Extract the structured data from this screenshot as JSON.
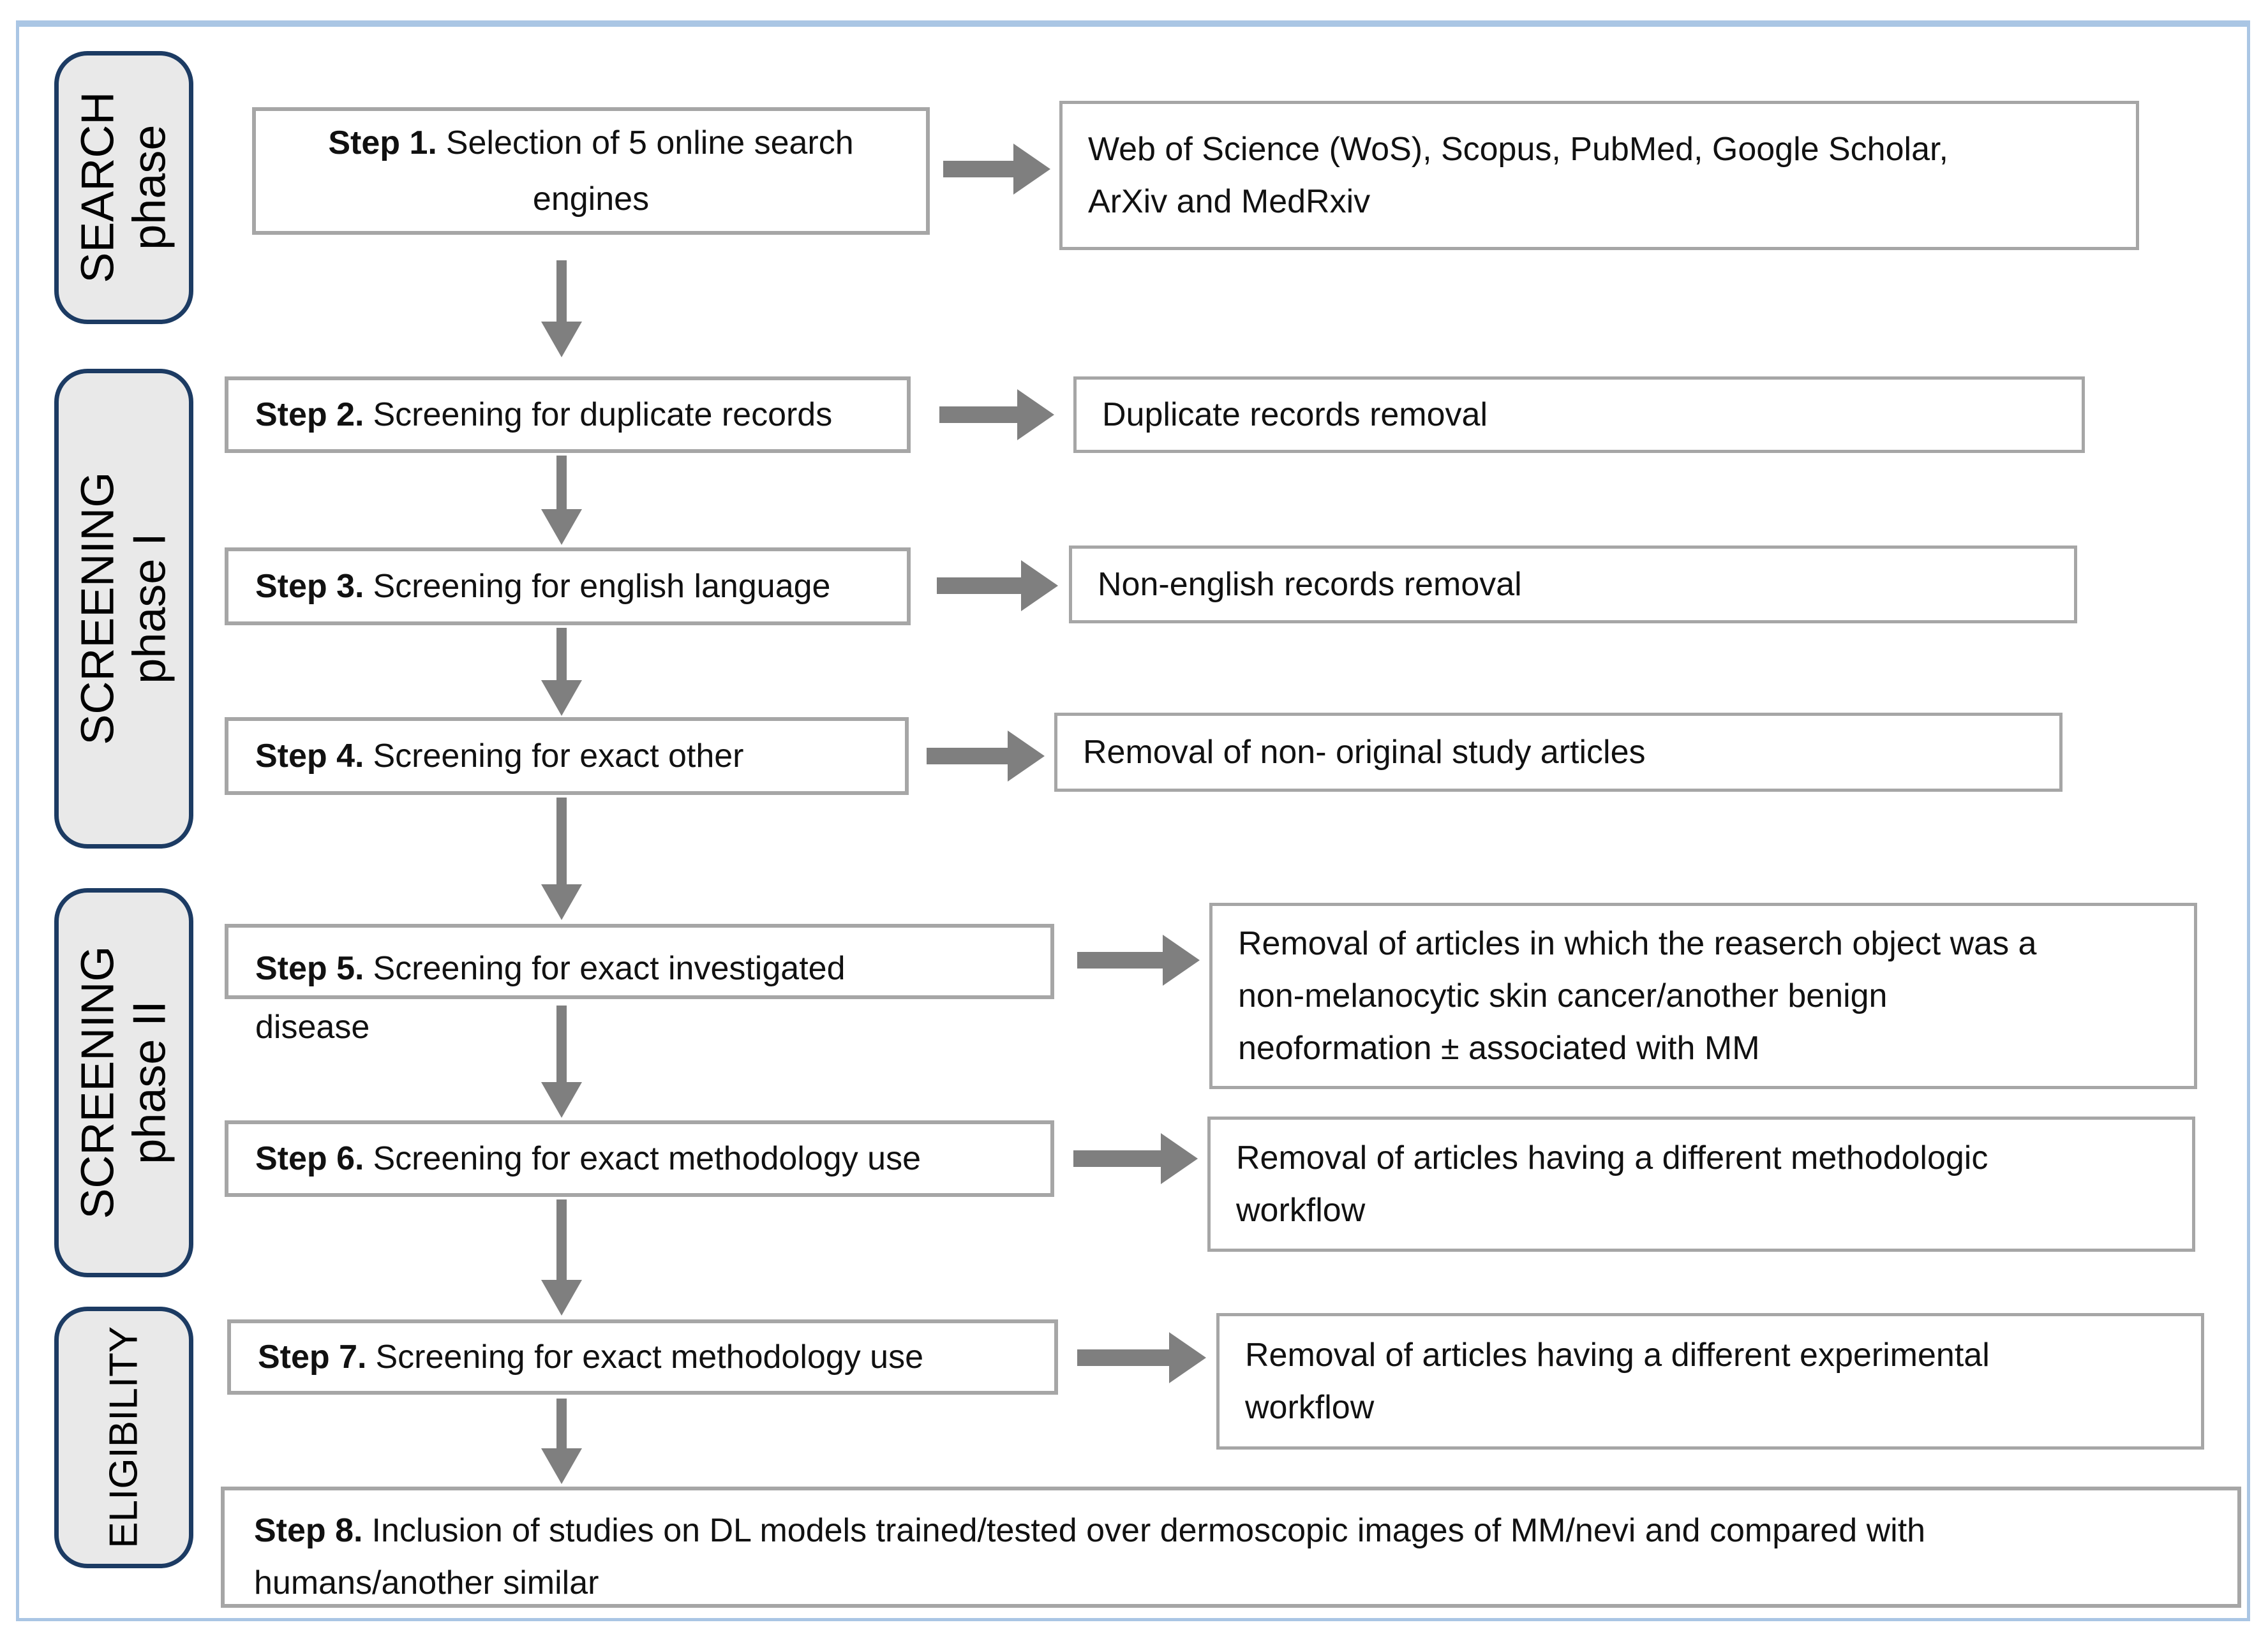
{
  "colors": {
    "frame": "#aac6e4",
    "navy": "#1c3b63",
    "label-fill": "#e9e9e9",
    "box-border": "#a6a6a6",
    "arrow": "#7f7f7f",
    "text": "#111111"
  },
  "phases": [
    {
      "line1": "SEARCH",
      "line2": "phase"
    },
    {
      "line1": "SCREENING",
      "line2": "phase I"
    },
    {
      "line1": "SCREENING",
      "line2": "phase II"
    },
    {
      "line1": "ELIGIBILITY",
      "line2": ""
    }
  ],
  "steps": [
    {
      "label": "Step 1.",
      "text_line1": "Selection of 5 online search",
      "text_line2": "engines"
    },
    {
      "label": "Step 2.",
      "text": "Screening for duplicate records"
    },
    {
      "label": "Step 3.",
      "text": "Screening for english language"
    },
    {
      "label": "Step 4.",
      "text": "Screening for exact other"
    },
    {
      "label": "Step 5.",
      "text_line1": "Screening for exact investigated",
      "text_line2": "disease"
    },
    {
      "label": "Step 6.",
      "text": "Screening for exact methodology use"
    },
    {
      "label": "Step 7.",
      "text": "Screening for exact methodology use"
    },
    {
      "label": "Step 8.",
      "text_line1": "Inclusion of studies on DL models trained/tested over dermoscopic images of MM/nevi and compared with",
      "text_line2": "humans/another similar"
    }
  ],
  "outcomes": [
    {
      "lines": [
        "Web of Science (WoS), Scopus, PubMed, Google Scholar,",
        "ArXiv and MedRxiv"
      ]
    },
    {
      "lines": [
        "Duplicate records removal"
      ]
    },
    {
      "lines": [
        "Non-english records removal"
      ]
    },
    {
      "lines": [
        "Removal of non- original study articles"
      ]
    },
    {
      "lines": [
        "Removal of articles in which the reaserch object was a",
        "non-melanocytic skin cancer/another benign",
        "neoformation ± associated with MM"
      ]
    },
    {
      "lines": [
        "Removal of articles having a different methodologic",
        "workflow"
      ]
    },
    {
      "lines": [
        "Removal of articles having a different experimental",
        "workflow"
      ]
    }
  ]
}
